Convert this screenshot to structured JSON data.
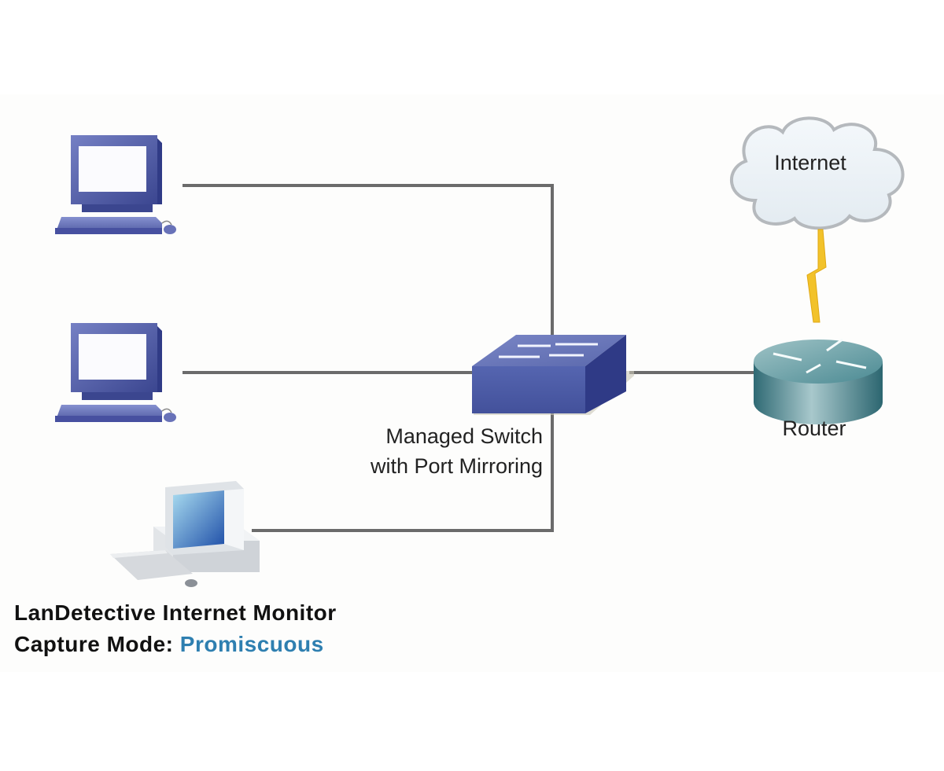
{
  "diagram": {
    "nodes": [
      {
        "id": "pc1",
        "type": "workstation",
        "icon": "desktop-computer-icon"
      },
      {
        "id": "pc2",
        "type": "workstation",
        "icon": "desktop-computer-icon"
      },
      {
        "id": "monitor",
        "type": "monitoring-pc",
        "icon": "monitoring-computer-icon"
      },
      {
        "id": "switch",
        "type": "managed-switch",
        "icon": "network-switch-icon",
        "label_lines": [
          "Managed Switch",
          "with Port Mirroring"
        ]
      },
      {
        "id": "router",
        "type": "router",
        "icon": "router-icon",
        "label": "Router"
      },
      {
        "id": "internet",
        "type": "cloud",
        "icon": "cloud-icon",
        "label": "Internet"
      }
    ],
    "edges": [
      {
        "from": "pc1",
        "to": "switch",
        "style": "wired"
      },
      {
        "from": "pc2",
        "to": "switch",
        "style": "wired"
      },
      {
        "from": "monitor",
        "to": "switch",
        "style": "wired"
      },
      {
        "from": "switch",
        "to": "router",
        "style": "wired"
      },
      {
        "from": "router",
        "to": "internet",
        "style": "wan-lightning"
      }
    ]
  },
  "labels": {
    "switch_line1": "Managed Switch",
    "switch_line2": "with Port Mirroring",
    "router": "Router",
    "internet": "Internet",
    "monitor_title": "LanDetective Internet Monitor",
    "capture_mode_label": "Capture Mode: ",
    "capture_mode_value": "Promiscuous"
  },
  "colors": {
    "line": "#6b6b6b",
    "computer_blue": "#5662a8",
    "switch_blue": "#4a5ba6",
    "router_teal": "#3f7f8a",
    "lightning": "#f2c22a",
    "mode_accent": "#2e7fb0"
  }
}
